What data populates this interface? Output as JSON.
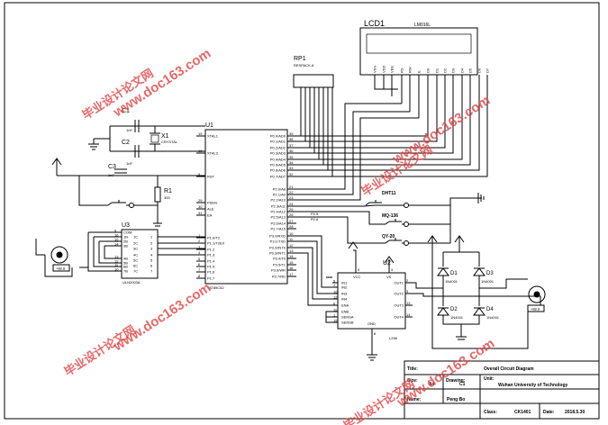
{
  "watermark": {
    "url": "www.doc163.com",
    "cjk": "毕业设计论文网"
  },
  "crystal": {
    "ref": "X1",
    "value": "CRYSTAL"
  },
  "capacitors": [
    {
      "ref": "C1",
      "value": "1nF"
    },
    {
      "ref": "C2",
      "value": "1nF"
    },
    {
      "ref": "C3",
      "value": "1nF"
    }
  ],
  "resistor": {
    "ref": "R1",
    "value": "300"
  },
  "mcu": {
    "ref": "U1",
    "part": "AT89C52",
    "left_pins": [
      {
        "num": "19",
        "name": "XTAL1"
      },
      {
        "num": "18",
        "name": "XTAL2"
      },
      {
        "num": "9",
        "name": "RST"
      },
      {
        "num": "29",
        "name": "PSEN"
      },
      {
        "num": "30",
        "name": "ALE"
      },
      {
        "num": "31",
        "name": "EA"
      },
      {
        "num": "1",
        "name": "P1.0/T2"
      },
      {
        "num": "2",
        "name": "P1.1/T2EX"
      },
      {
        "num": "3",
        "name": "P1.2"
      },
      {
        "num": "4",
        "name": "P1.3"
      },
      {
        "num": "5",
        "name": "P1.4"
      },
      {
        "num": "6",
        "name": "P1.5"
      },
      {
        "num": "7",
        "name": "P1.6"
      },
      {
        "num": "8",
        "name": "P1.7"
      }
    ],
    "right_pins": [
      {
        "num": "39",
        "name": "P0.0/AD0"
      },
      {
        "num": "38",
        "name": "P0.1/AD1"
      },
      {
        "num": "37",
        "name": "P0.2/AD2"
      },
      {
        "num": "36",
        "name": "P0.3/AD3"
      },
      {
        "num": "35",
        "name": "P0.4/AD4"
      },
      {
        "num": "34",
        "name": "P0.5/AD5"
      },
      {
        "num": "33",
        "name": "P0.6/AD6"
      },
      {
        "num": "32",
        "name": "P0.7/AD7"
      },
      {
        "num": "21",
        "name": "P2.0/A8"
      },
      {
        "num": "22",
        "name": "P2.1/A9"
      },
      {
        "num": "23",
        "name": "P2.2/A10"
      },
      {
        "num": "24",
        "name": "P2.3/A11"
      },
      {
        "num": "25",
        "name": "P2.4/A12"
      },
      {
        "num": "26",
        "name": "P2.5/A13"
      },
      {
        "num": "27",
        "name": "P2.6/A14"
      },
      {
        "num": "28",
        "name": "P2.7/A15"
      },
      {
        "num": "10",
        "name": "P3.0/RXD"
      },
      {
        "num": "11",
        "name": "P3.1/TXD"
      },
      {
        "num": "12",
        "name": "P3.2/INT0"
      },
      {
        "num": "13",
        "name": "P3.3/INT1"
      },
      {
        "num": "14",
        "name": "P3.4/T0"
      },
      {
        "num": "15",
        "name": "P3.5/T1"
      },
      {
        "num": "16",
        "name": "P3.6/WR"
      },
      {
        "num": "17",
        "name": "P3.7/RD"
      }
    ],
    "net_labels": [
      "P2.5",
      "P2.6"
    ]
  },
  "respack": {
    "ref": "RP1",
    "part": "RESPACK-8"
  },
  "lcd": {
    "ref": "LCD1",
    "part": "LM016L",
    "pins": [
      "VSS",
      "VDD",
      "VEE",
      "RS",
      "RW",
      "E",
      "D0",
      "D1",
      "D2",
      "D3",
      "D4",
      "D5",
      "D6",
      "D7"
    ]
  },
  "buttons": [
    {
      "label": "DHT11"
    },
    {
      "label": "MQ-136"
    },
    {
      "label": "QY-20"
    }
  ],
  "uln": {
    "ref": "U3",
    "part": "ULN2003A",
    "left_pins": [
      {
        "num": "9",
        "name": "COM"
      },
      {
        "num": "16",
        "name": "1B"
      },
      {
        "num": "15",
        "name": "2B"
      },
      {
        "num": "14",
        "name": "3B"
      },
      {
        "num": "13",
        "name": "4B"
      },
      {
        "num": "12",
        "name": "5B"
      },
      {
        "num": "11",
        "name": "6B"
      },
      {
        "num": "10",
        "name": "7B"
      }
    ],
    "right_pins": [
      {
        "num": "1",
        "name": "1C"
      },
      {
        "num": "2",
        "name": "2C"
      },
      {
        "num": "3",
        "name": "3C"
      },
      {
        "num": "4",
        "name": "4C"
      },
      {
        "num": "5",
        "name": "5C"
      },
      {
        "num": "6",
        "name": "6C"
      },
      {
        "num": "7",
        "name": "7C"
      }
    ]
  },
  "stepper_display": "+88.8",
  "l298": {
    "ref": "U2",
    "part": "L298",
    "pins_top": [
      {
        "num": "9",
        "name": "VCC"
      },
      {
        "num": "4",
        "name": "VS"
      }
    ],
    "left_pins": [
      {
        "num": "5",
        "name": "IN1"
      },
      {
        "num": "7",
        "name": "IN2"
      },
      {
        "num": "10",
        "name": "IN3"
      },
      {
        "num": "12",
        "name": "IN4"
      },
      {
        "num": "6",
        "name": "ENA"
      },
      {
        "num": "11",
        "name": "ENB"
      },
      {
        "num": "1",
        "name": "SENSA"
      },
      {
        "num": "15",
        "name": "SENSB"
      }
    ],
    "right_pins": [
      {
        "num": "2",
        "name": "OUT1"
      },
      {
        "num": "3",
        "name": "OUT2"
      },
      {
        "num": "13",
        "name": "OUT3"
      },
      {
        "num": "14",
        "name": "OUT4"
      }
    ],
    "gnd": {
      "num": "8",
      "name": "GND"
    }
  },
  "diodes": [
    {
      "ref": "D1",
      "part": "1N4001"
    },
    {
      "ref": "D3",
      "part": "1N4001"
    },
    {
      "ref": "D2",
      "part": "1N4001"
    },
    {
      "ref": "D4",
      "part": "1N4001"
    }
  ],
  "dc_motor_display": "+88.8",
  "title_block": {
    "title_label": "Title:",
    "title": "Overall Circuit Diagram",
    "size_label": "Size:",
    "size": "A4",
    "drawing_label": "Drawing:",
    "drawing": "C1",
    "unit_label": "Unit:",
    "unit": "Wuhan University of Technology",
    "name_label": "Name:",
    "name": "Peng Bo",
    "class_label": "Class:",
    "class": "CK1401",
    "date_label": "Date:",
    "date": "2018.5.30"
  }
}
